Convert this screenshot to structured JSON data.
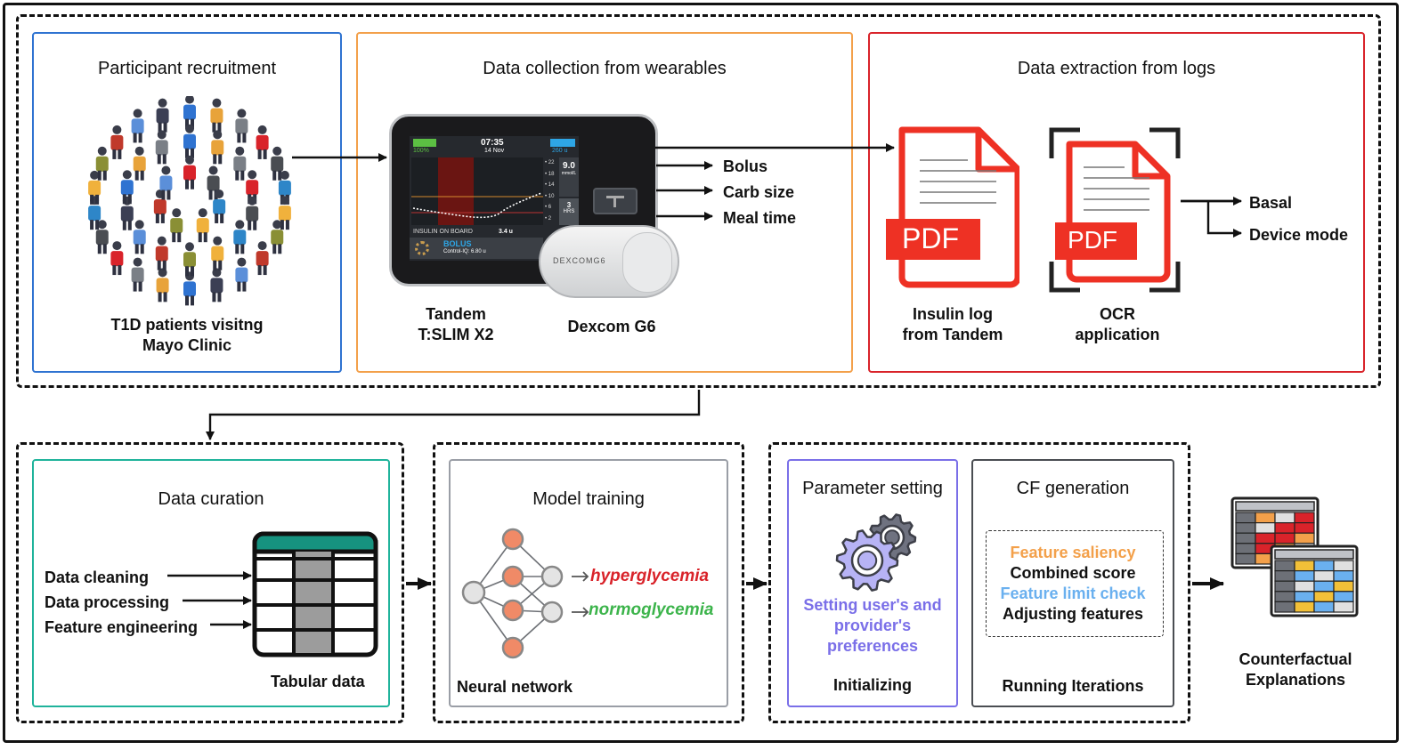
{
  "recruitment": {
    "title": "Participant recruitment",
    "caption_line1": "T1D patients visitng",
    "caption_line2": "Mayo Clinic"
  },
  "wearables": {
    "title": "Data collection from wearables",
    "pump_line1": "Tandem",
    "pump_line2": "T:SLIM X2",
    "cgm_label": "Dexcom G6",
    "outputs": [
      "Bolus",
      "Carb size",
      "Meal time"
    ],
    "screen": {
      "battery": "100%",
      "time": "07:35",
      "date": "14 Nov",
      "insulin_units": "260 u",
      "glucose": "9.0",
      "glucose_unit": "mmol/L",
      "hours": "3",
      "hours_unit": "HRS",
      "iob_label": "INSULIN ON BOARD",
      "iob_value": "3.4 u",
      "bolus_label": "BOLUS",
      "control_iq": "Control-IQ: 6.80 u",
      "scale": [
        "22",
        "18",
        "14",
        "10",
        "6",
        "2"
      ]
    },
    "cgm_brand": "DEXCOMG6"
  },
  "logs": {
    "title": "Data extraction from logs",
    "pdf_text": "PDF",
    "insulin_line1": "Insulin log",
    "insulin_line2": "from Tandem",
    "ocr_line1": "OCR",
    "ocr_line2": "application",
    "outputs": [
      "Basal",
      "Device mode"
    ]
  },
  "curation": {
    "title": "Data curation",
    "steps": [
      "Data cleaning",
      "Data processing",
      "Feature engineering"
    ],
    "table_label": "Tabular data"
  },
  "training": {
    "title": "Model training",
    "class_hyper": "hyperglycemia",
    "class_normo": "normoglycemia",
    "caption": "Neural network"
  },
  "parameter": {
    "title": "Parameter setting",
    "desc_line1": "Setting user's and",
    "desc_line2": "provider's",
    "desc_line3": "preferences",
    "caption": "Initializing"
  },
  "cf": {
    "title": "CF generation",
    "steps": [
      "Feature saliency",
      "Combined score",
      "Feature limit check",
      "Adjusting features"
    ],
    "caption": "Running Iterations"
  },
  "output": {
    "line1": "Counterfactual",
    "line2": "Explanations"
  },
  "colors": {
    "blue": "#2f73d1",
    "orange": "#f3a04a",
    "red": "#d9232a",
    "teal": "#1fb39b",
    "gray": "#9a9ea6",
    "purple": "#7a6fe8",
    "dark": "#4a4d52",
    "hyper": "#d9232a",
    "normo": "#3cb44b",
    "saliency": "#f3a04a",
    "limit": "#6ab0ef"
  }
}
